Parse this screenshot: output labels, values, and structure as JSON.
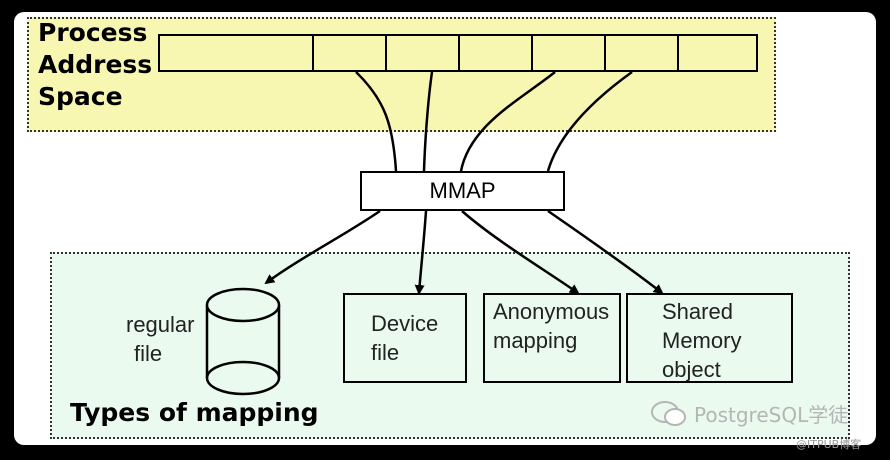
{
  "diagram": {
    "top_region_title": "Process Address Space",
    "mmap_label": "MMAP",
    "bottom_region_title": "Types of mapping",
    "regular_file": {
      "line1": "regular",
      "line2": "file"
    },
    "device_file": {
      "line1": "Device",
      "line2": "file"
    },
    "anonymous_mapping": {
      "line1": "Anonymous",
      "line2": "mapping"
    },
    "shared_memory": {
      "line1": "Shared",
      "line2": "Memory",
      "line3": "object"
    }
  },
  "watermark": {
    "main": "PostgreSQL学徒",
    "sub": "@ITPUB博客"
  },
  "colors": {
    "top_region": "#f8f7b2",
    "bottom_region": "#eafaef",
    "outer_background": "#000000"
  }
}
